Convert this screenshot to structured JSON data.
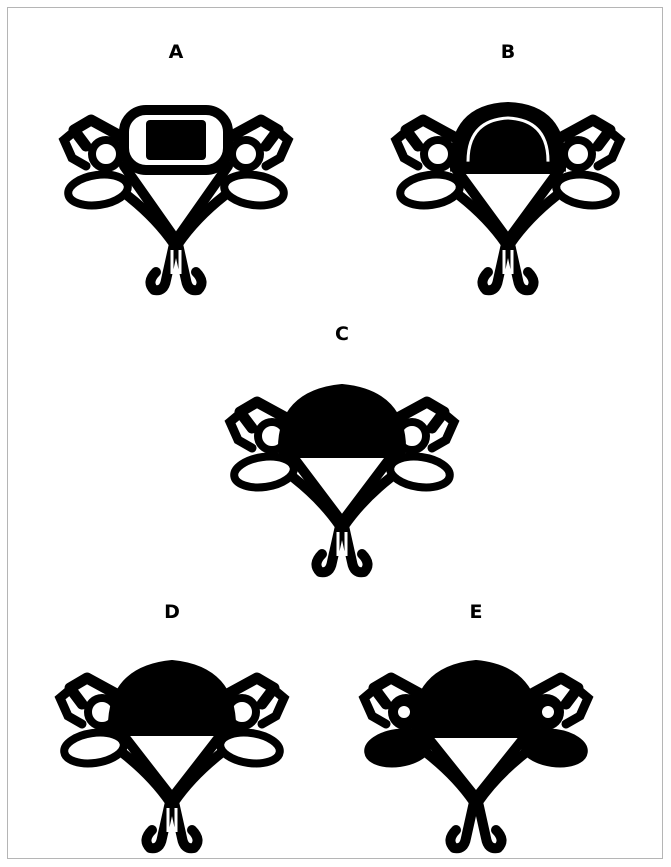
{
  "figure": {
    "panels": [
      {
        "label": "A",
        "canal_stenosis": 0.0,
        "body_style": "square-outlined",
        "filled": false
      },
      {
        "label": "B",
        "canal_stenosis": 0.15,
        "body_style": "filled-ring",
        "filled": false
      },
      {
        "label": "C",
        "canal_stenosis": 0.25,
        "body_style": "solid-dome",
        "filled": false
      },
      {
        "label": "D",
        "canal_stenosis": 0.35,
        "body_style": "solid-dome",
        "filled": false
      },
      {
        "label": "E",
        "canal_stenosis": 0.45,
        "body_style": "solid-dome",
        "filled": true
      }
    ]
  },
  "colors": {
    "ink": "#000000",
    "paper": "#ffffff",
    "frame": "#b5b5b5"
  }
}
